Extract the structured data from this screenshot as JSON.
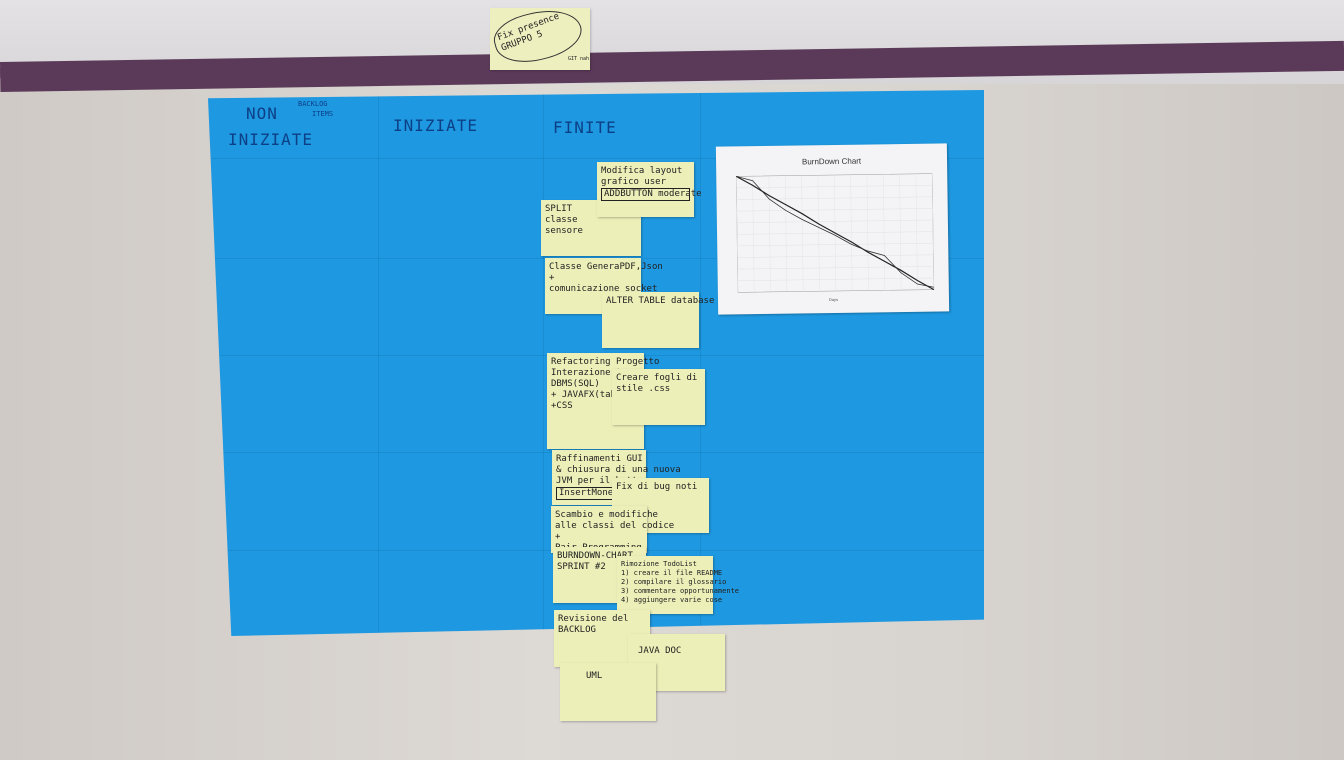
{
  "top_note": {
    "line1": "Fix presence",
    "line2": "GRUPPO 5",
    "tag": "GIT nah"
  },
  "columns": {
    "non_iniziate_1": "NON",
    "non_iniziate_2": "INIZIATE",
    "backlog_1": "BACKLOG",
    "backlog_2": "ITEMS",
    "iniziate": "INIZIATE",
    "finite": "FINITE"
  },
  "notes": [
    {
      "id": "modifica",
      "lines": [
        "Modifica layout",
        "grafico  user",
        "ADDBUTTON  moderate"
      ]
    },
    {
      "id": "split",
      "lines": [
        "SPLIT",
        "  classe",
        "    sensore"
      ]
    },
    {
      "id": "classe",
      "lines": [
        "Classe GeneraPDF,Json",
        "      +",
        "comunicazione socket"
      ]
    },
    {
      "id": "alter",
      "lines": [
        "ALTER TABLE database"
      ]
    },
    {
      "id": "refactoring",
      "lines": [
        "Refactoring Progetto",
        "",
        "Interazione tra:",
        "DBMS(SQL)",
        "    + JAVAFX(tabella)",
        "+CSS"
      ]
    },
    {
      "id": "creare",
      "lines": [
        "Creare fogli di",
        "stile .css"
      ]
    },
    {
      "id": "raffinamenti",
      "lines": [
        "Raffinamenti GUI",
        "& chiusura di una nuova",
        "JVM per il bottone",
        "InsertMoneyButton"
      ]
    },
    {
      "id": "fix",
      "lines": [
        "Fix di bug noti"
      ]
    },
    {
      "id": "scambio",
      "lines": [
        "Scambio e modifiche",
        "alle classi del codice",
        "       +",
        "Pair Programming"
      ]
    },
    {
      "id": "burndown",
      "lines": [
        "BURNDOWN-CHART",
        "",
        "SPRINT #2"
      ]
    },
    {
      "id": "rimozione",
      "lines": [
        "Rimozione TodoList",
        "1) creare il file README",
        "2) compilare il glossario",
        "3) commentare opportunamente",
        "4) aggiungere varie cose"
      ]
    },
    {
      "id": "revisione",
      "lines": [
        "Revisione del",
        "        BACKLOG"
      ]
    },
    {
      "id": "javadoc",
      "lines": [
        "JAVA DOC"
      ]
    },
    {
      "id": "uml",
      "lines": [
        "UML"
      ]
    }
  ],
  "chart_data": {
    "type": "line",
    "title": "BurnDown Chart",
    "xlabel": "Days",
    "ylabel": "",
    "x": [
      0,
      1,
      2,
      3,
      4,
      5,
      6,
      7,
      8,
      9,
      10,
      11,
      12
    ],
    "series": [
      {
        "values": [
          100,
          92,
          83,
          75,
          67,
          58,
          50,
          42,
          33,
          25,
          17,
          8,
          0
        ]
      },
      {
        "values": [
          100,
          96,
          80,
          70,
          62,
          55,
          48,
          40,
          34,
          30,
          15,
          5,
          2
        ]
      }
    ],
    "ylim": [
      0,
      100
    ],
    "grid": true,
    "colors": [
      "#222222",
      "#333333"
    ]
  }
}
